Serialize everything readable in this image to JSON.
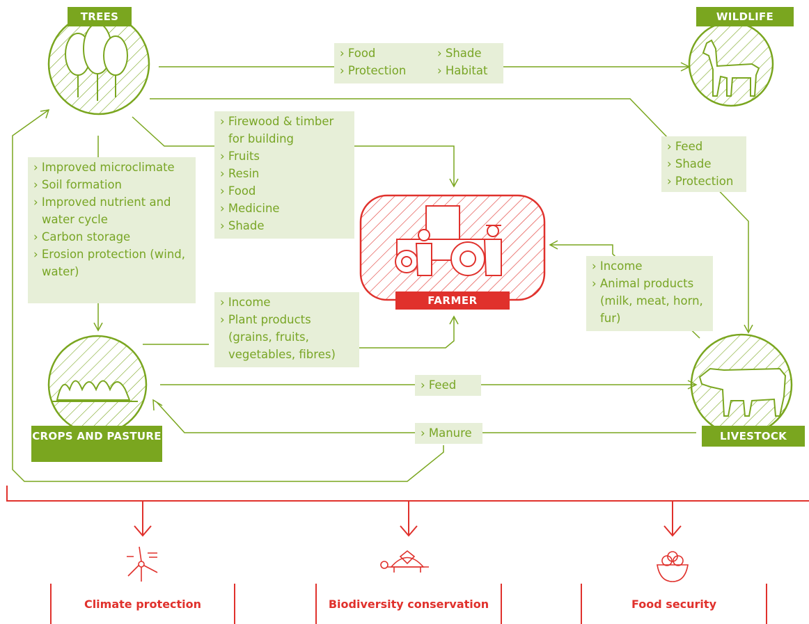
{
  "nodes": {
    "trees": "TREES",
    "wildlife": "WILDLIFE",
    "farmer": "FARMER",
    "crops": "CROPS AND PASTURE",
    "livestock": "LIVESTOCK"
  },
  "flows": {
    "trees_to_wildlife": [
      "Food",
      "Protection",
      "Shade",
      "Habitat"
    ],
    "trees_to_farmer": [
      "Firewood & timber for building",
      "Fruits",
      "Resin",
      "Food",
      "Medicine",
      "Shade"
    ],
    "trees_to_crops": [
      "Improved microclimate",
      "Soil formation",
      "Improved nutrient and water cycle",
      "Carbon storage",
      "Erosion protection (wind, water)"
    ],
    "trees_to_livestock": [
      "Feed",
      "Shade",
      "Protection"
    ],
    "crops_to_farmer": [
      "Income",
      "Plant products (grains, fruits, vegetables, fibres)"
    ],
    "livestock_to_farmer": [
      "Income",
      "Animal products (milk, meat, horn, fur)"
    ],
    "crops_to_livestock": [
      "Feed"
    ],
    "livestock_to_crops": [
      "Manure"
    ]
  },
  "outcomes": [
    "Climate protection",
    "Biodiversity conservation",
    "Food security"
  ],
  "icons": [
    "tree-icon",
    "deer-icon",
    "tractor-farmer-icon",
    "crop-icon",
    "cow-icon",
    "wind-turbine-icon",
    "turtle-icon",
    "food-bowl-icon"
  ],
  "colors": {
    "green": "#7aa61f",
    "light_green": "#e7efd8",
    "red": "#e0312c"
  }
}
